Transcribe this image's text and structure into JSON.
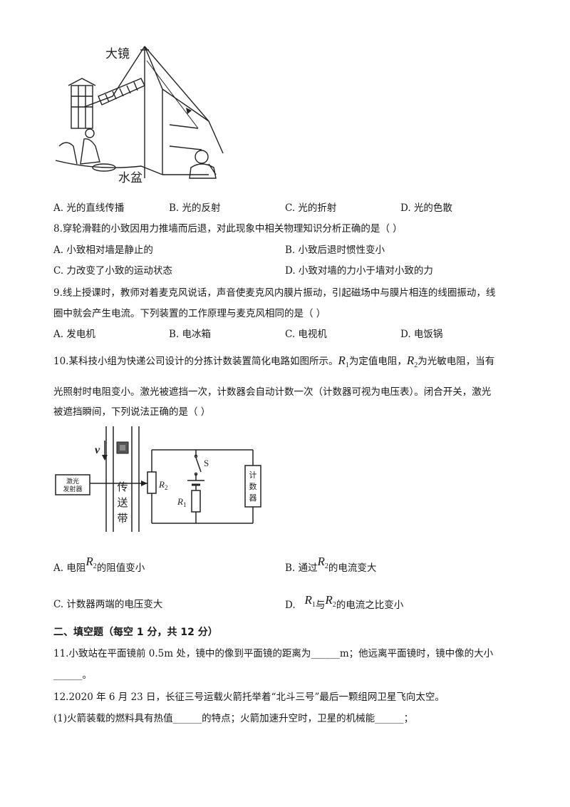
{
  "fig1": {
    "label_mirror": "大镜",
    "label_basin": "水盆"
  },
  "q7_options": [
    "A.  光的直线传播",
    "B.  光的反射",
    "C.  光的折射",
    "D.  光的色散"
  ],
  "q8": {
    "stem": "8.穿轮滑鞋的小致因用力推墙而后退，对此现象中相关物理知识分析正确的是（      ）",
    "options": [
      "A.  小致相对墙是静止的",
      "B.  小致后退时惯性变小",
      "C.  力改变了小致的运动状态",
      "D.  小致对墙的力小于墙对小致的力"
    ]
  },
  "q9": {
    "stem_line1": "9.线上授课时，教师对着麦克风说话，声音使麦克风内膜片振动，引起磁场中与膜片相连的线圈振动，线",
    "stem_line2": "圈中就会产生电流。下列装置的工作原理与麦克风相同的是（      ）",
    "options": [
      "A.  发电机",
      "B.  电冰箱",
      "C.  电视机",
      "D.  电饭锅"
    ]
  },
  "q10": {
    "stem_line1_a": "10.某科技小组为快递公司设计的分拣计数装置简化电路如图所示。",
    "r": "R",
    "sub1": "1",
    "sub2": "2",
    "stem_line1_b": "为定值电阻，",
    "stem_line1_c": "为光敏电阻，当有",
    "stem_line2": "光照射时电阻变小。激光被遮挡一次，计数器会自动计数一次（计数器可视为电压表）。闭合开关，激光",
    "stem_line3": "被遮挡瞬间，下列说法正确的是（      ）",
    "figure": {
      "laser_line1": "激光",
      "laser_line2": "发射器",
      "v": "v",
      "belt": [
        "传",
        "送",
        "带"
      ],
      "r2": "R",
      "r2_sub": "2",
      "r1": "R",
      "r1_sub": "1",
      "switch": "S",
      "counter": [
        "计",
        "数",
        "器"
      ]
    },
    "optA_pre": "A.  电阻",
    "optA_post": "的阻值变小",
    "optB_pre": "B.  通过",
    "optB_post": "的电流变大",
    "optC": "C.  计数器两端的电压变大",
    "optD_pre": "D.",
    "optD_mid": "与",
    "optD_post": "的电流之比变小"
  },
  "section2": {
    "title": "二、填空题（每空 1 分，共 12 分）"
  },
  "q11": {
    "line1": "11.小致站在平面镜前 0.5m 处，镜中的像到平面镜的距离为______m；他远离平面镜时，镜中像的大小",
    "line2": "______。"
  },
  "q12": {
    "stem": "12.2020 年 6 月 23 日，长征三号运载火箭托举着“北斗三号”最后一颗组网卫星飞向太空。",
    "part1": "(1)火箭装载的燃料具有热值______的特点；火箭加速升空时，卫星的机械能______；"
  }
}
